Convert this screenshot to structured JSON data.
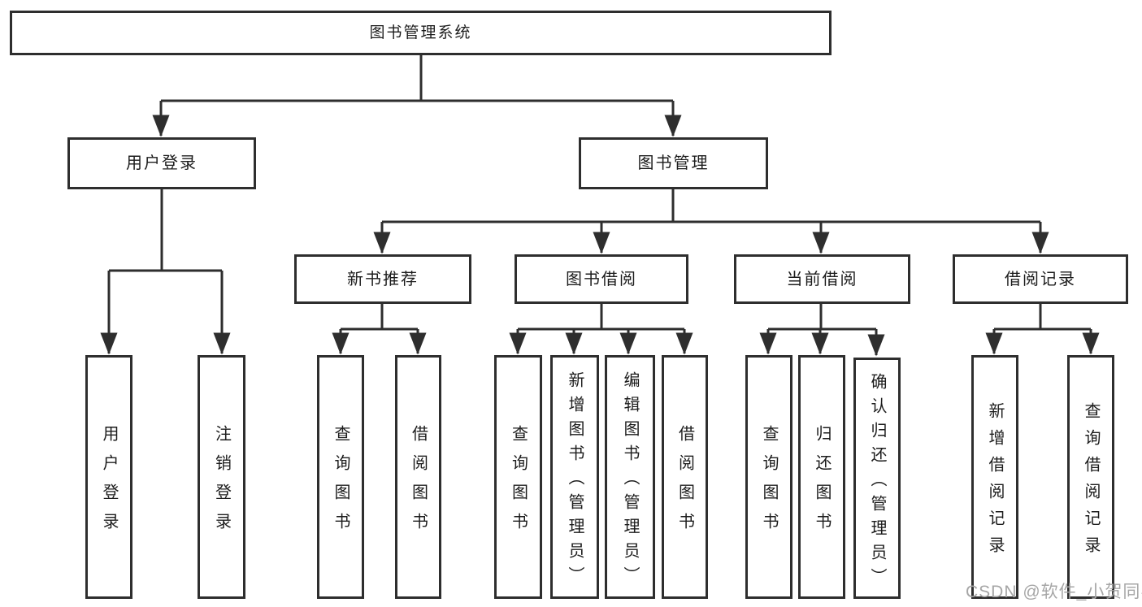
{
  "tree": {
    "label": "图书管理系统",
    "children": [
      {
        "label": "用户登录",
        "children": [
          {
            "label": "用户登录"
          },
          {
            "label": "注销登录"
          }
        ]
      },
      {
        "label": "图书管理",
        "children": [
          {
            "label": "新书推荐",
            "children": [
              {
                "label": "查询图书"
              },
              {
                "label": "借阅图书"
              }
            ]
          },
          {
            "label": "图书借阅",
            "children": [
              {
                "label": "查询图书"
              },
              {
                "label": "新增图书（管理员）"
              },
              {
                "label": "编辑图书（管理员）"
              },
              {
                "label": "借阅图书"
              }
            ]
          },
          {
            "label": "当前借阅",
            "children": [
              {
                "label": "查询图书"
              },
              {
                "label": "归还图书"
              },
              {
                "label": "确认归还（管理员）"
              }
            ]
          },
          {
            "label": "借阅记录",
            "children": [
              {
                "label": "新增借阅记录"
              },
              {
                "label": "查询借阅记录"
              }
            ]
          }
        ]
      }
    ]
  },
  "watermark": {
    "text": "CSDN @软件_小贺同学"
  },
  "colors": {
    "line": "#2e2e2e",
    "text": "#1c1c1c",
    "watermark": "#a6a6a6",
    "background": "#ffffff"
  }
}
